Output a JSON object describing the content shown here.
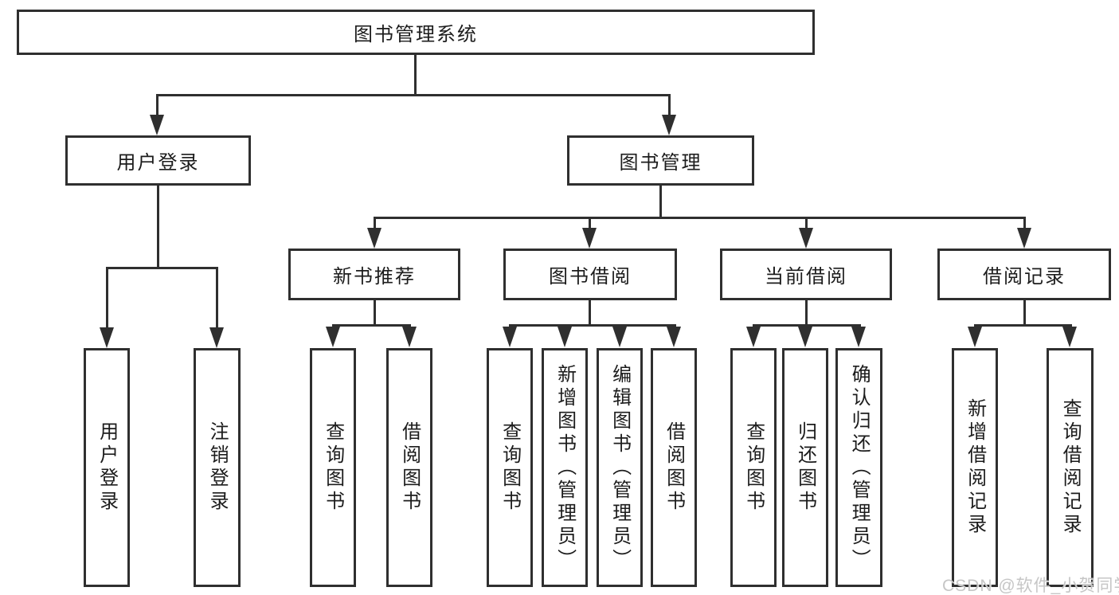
{
  "diagram": {
    "root": {
      "label": "图书管理系统"
    },
    "branches": [
      {
        "label": "用户登录",
        "leaves": [
          "用户登录",
          "注销登录"
        ]
      },
      {
        "label": "图书管理",
        "sections": [
          {
            "label": "新书推荐",
            "leaves": [
              "查询图书",
              "借阅图书"
            ]
          },
          {
            "label": "图书借阅",
            "leaves": [
              "查询图书",
              "新增图书（管理员）",
              "编辑图书（管理员）",
              "借阅图书"
            ]
          },
          {
            "label": "当前借阅",
            "leaves": [
              "查询图书",
              "归还图书",
              "确认归还（管理员）"
            ]
          },
          {
            "label": "借阅记录",
            "leaves": [
              "新增借阅记录",
              "查询借阅记录"
            ]
          }
        ]
      }
    ]
  },
  "watermark": {
    "text": "CSDN @软件_小贺同学"
  },
  "colors": {
    "line": "#2f2f2f",
    "box_background": "#ffffff",
    "text": "#1c1c1c",
    "watermark": "#c3c3c3"
  }
}
